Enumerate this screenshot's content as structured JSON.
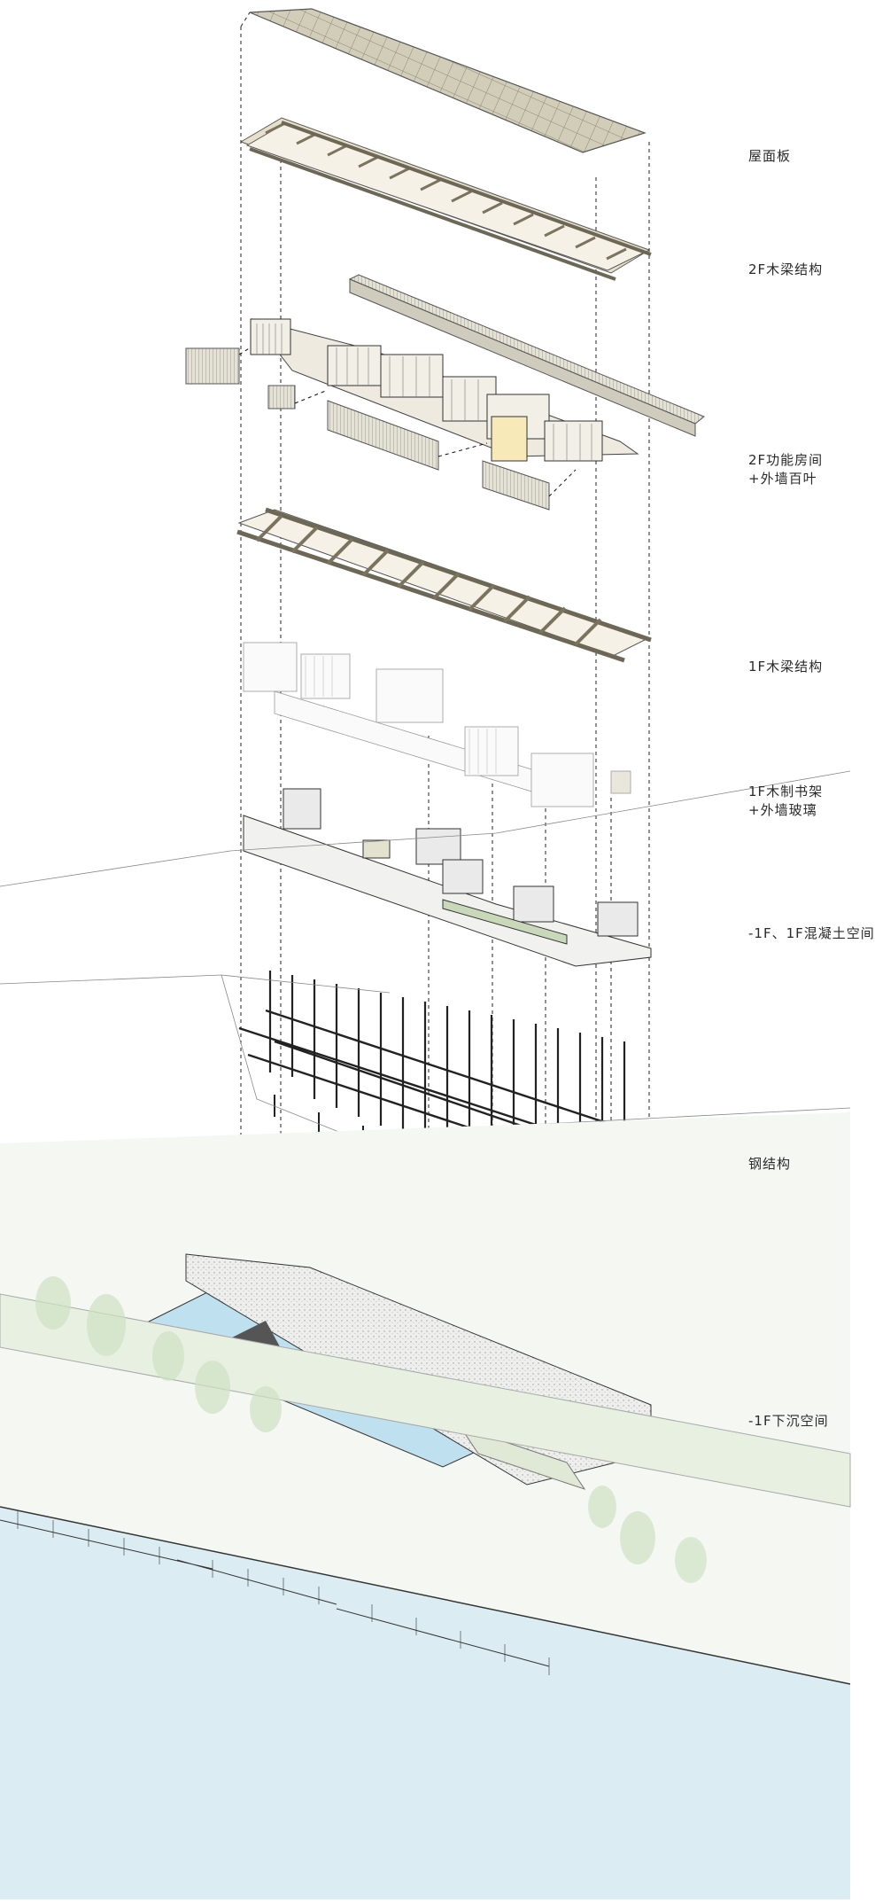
{
  "layers": [
    {
      "id": "roof-panel",
      "label": "屋面板"
    },
    {
      "id": "2f-timber-beams",
      "label": "2F木梁结构"
    },
    {
      "id": "2f-rooms",
      "label": "2F功能房间\n+外墙百叶"
    },
    {
      "id": "1f-timber-beams",
      "label": "1F木梁结构"
    },
    {
      "id": "1f-bookshelves",
      "label": "1F木制书架\n+外墙玻璃"
    },
    {
      "id": "concrete-space",
      "label": "-1F、1F混凝土空间"
    },
    {
      "id": "steel-structure",
      "label": "钢结构"
    },
    {
      "id": "sunken-space",
      "label": "-1F下沉空间"
    }
  ],
  "colors": {
    "roof": "#d2cdb9",
    "timber": "#e6dfca",
    "line": "#3a3a3a",
    "water": "#bfe0ee",
    "trees": "#cfe2c4",
    "concrete": "#f1f1ef",
    "louver": "#dcd9cc"
  }
}
